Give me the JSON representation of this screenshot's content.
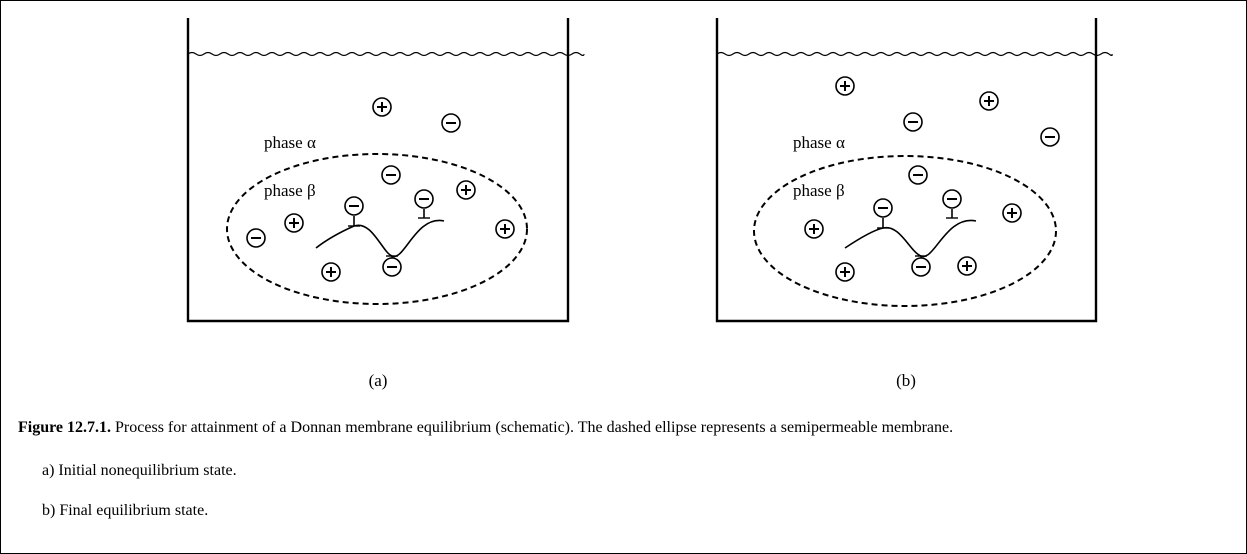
{
  "panels": [
    {
      "id": "a",
      "label": "(a)",
      "phase_outer": "phase α",
      "phase_inner": "phase β",
      "ions": [
        {
          "sign": "+"
        },
        {
          "sign": "-"
        },
        {
          "sign": "-"
        },
        {
          "sign": "+"
        },
        {
          "sign": "-"
        },
        {
          "sign": "+"
        },
        {
          "sign": "+"
        },
        {
          "sign": "+"
        }
      ],
      "bound_charges": 3
    },
    {
      "id": "b",
      "label": "(b)",
      "phase_outer": "phase α",
      "phase_inner": "phase β",
      "ions": [
        {
          "sign": "+"
        },
        {
          "sign": "+"
        },
        {
          "sign": "-"
        },
        {
          "sign": "-"
        },
        {
          "sign": "-"
        },
        {
          "sign": "+"
        },
        {
          "sign": "+"
        },
        {
          "sign": "+"
        },
        {
          "sign": "+"
        }
      ],
      "bound_charges": 3
    }
  ],
  "caption": {
    "title": "Figure 12.7.1.",
    "text": "Process for attainment of a Donnan membrane equilibrium (schematic). The dashed ellipse represents a semipermeable membrane.",
    "items": [
      "a)  Initial nonequilibrium state.",
      "b)  Final equilibrium state."
    ]
  }
}
